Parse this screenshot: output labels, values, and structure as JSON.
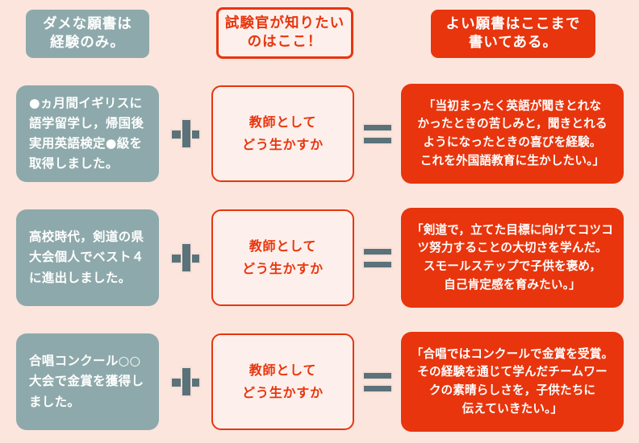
{
  "page": {
    "background_color": "#fbe5dd",
    "accent_red": "#e8350d",
    "accent_gray": "#8ea9ab",
    "operator_color": "#5a7279"
  },
  "headers": [
    {
      "name": "bad-application-header",
      "style": "gray",
      "lines": [
        "ダメな願書は",
        "経験のみ。"
      ]
    },
    {
      "name": "examiner-wants-header",
      "style": "outline",
      "lines": [
        "試験官が知りたい",
        "のはここ！"
      ]
    },
    {
      "name": "good-application-header",
      "style": "red",
      "lines": [
        "よい願書はここまで",
        "書いてある。"
      ]
    }
  ],
  "operators": {
    "plus": "+",
    "equals": "="
  },
  "rows": [
    {
      "experience": {
        "lines": [
          "●ヵ月間イギリスに",
          "語学留学し，帰国後",
          "実用英語検定●級を",
          "取得しました。"
        ]
      },
      "question": {
        "lines": [
          "教師として",
          "どう生かすか"
        ]
      },
      "answer": {
        "lines": [
          "「当初まったく英語が聞きとれな",
          "かったときの苦しみと，聞きとれる",
          "ようになったときの喜びを経験。",
          "これを外国語教育に生かしたい。」"
        ]
      }
    },
    {
      "experience": {
        "lines": [
          "高校時代，剣道の県",
          "大会個人でベスト４",
          "に進出しました。"
        ]
      },
      "question": {
        "lines": [
          "教師として",
          "どう生かすか"
        ]
      },
      "answer": {
        "lines": [
          "「剣道で，立てた目標に向けてコツコ",
          "ツ努力することの大切さを学んだ。",
          "スモールステップで子供を褒め，",
          "自己肯定感を育みたい。」"
        ]
      }
    },
    {
      "experience": {
        "lines": [
          "合唱コンクール○○",
          "大会で金賞を獲得し",
          "ました。"
        ]
      },
      "question": {
        "lines": [
          "教師として",
          "どう生かすか"
        ]
      },
      "answer": {
        "lines": [
          "「合唱ではコンクールで金賞を受賞。",
          "その経験を通じて学んだチームワー",
          "クの素晴らしさを，子供たちに",
          "伝えていきたい。」"
        ]
      }
    }
  ]
}
